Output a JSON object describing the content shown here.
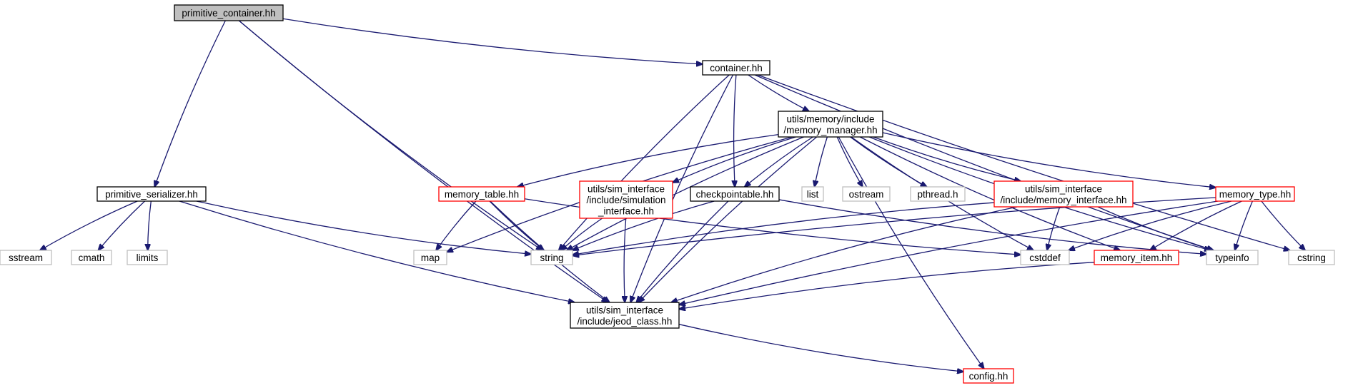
{
  "colors": {
    "edge": "#191970",
    "root_fill": "#bfbfbf",
    "black_border": "#000000",
    "red_border": "#ff0000",
    "gray_border": "#bfbfbf"
  },
  "nodes": {
    "primitive_container": {
      "lines": [
        "primitive_container.hh"
      ],
      "style": "root"
    },
    "container": {
      "lines": [
        "container.hh"
      ],
      "style": "black"
    },
    "memory_manager": {
      "lines": [
        "utils/memory/include",
        "/memory_manager.hh"
      ],
      "style": "black"
    },
    "primitive_serializer": {
      "lines": [
        "primitive_serializer.hh"
      ],
      "style": "black"
    },
    "checkpointable": {
      "lines": [
        "checkpointable.hh"
      ],
      "style": "black"
    },
    "jeod_class": {
      "lines": [
        "utils/sim_interface",
        "/include/jeod_class.hh"
      ],
      "style": "black"
    },
    "memory_table": {
      "lines": [
        "memory_table.hh"
      ],
      "style": "red"
    },
    "simulation_interface": {
      "lines": [
        "utils/sim_interface",
        "/include/simulation",
        "_interface.hh"
      ],
      "style": "red"
    },
    "memory_interface": {
      "lines": [
        "utils/sim_interface",
        "/include/memory_interface.hh"
      ],
      "style": "red"
    },
    "memory_type": {
      "lines": [
        "memory_type.hh"
      ],
      "style": "red"
    },
    "memory_item": {
      "lines": [
        "memory_item.hh"
      ],
      "style": "red"
    },
    "config": {
      "lines": [
        "config.hh"
      ],
      "style": "red"
    },
    "sstream": {
      "lines": [
        "sstream"
      ],
      "style": "gray"
    },
    "cmath": {
      "lines": [
        "cmath"
      ],
      "style": "gray"
    },
    "limits": {
      "lines": [
        "limits"
      ],
      "style": "gray"
    },
    "map": {
      "lines": [
        "map"
      ],
      "style": "gray"
    },
    "string": {
      "lines": [
        "string"
      ],
      "style": "gray"
    },
    "list": {
      "lines": [
        "list"
      ],
      "style": "gray"
    },
    "ostream": {
      "lines": [
        "ostream"
      ],
      "style": "gray"
    },
    "pthread": {
      "lines": [
        "pthread.h"
      ],
      "style": "gray"
    },
    "cstddef": {
      "lines": [
        "cstddef"
      ],
      "style": "gray"
    },
    "typeinfo": {
      "lines": [
        "typeinfo"
      ],
      "style": "gray"
    },
    "cstring": {
      "lines": [
        "cstring"
      ],
      "style": "gray"
    }
  },
  "edges": [
    [
      "primitive_container",
      "container"
    ],
    [
      "primitive_container",
      "primitive_serializer"
    ],
    [
      "primitive_container",
      "jeod_class"
    ],
    [
      "primitive_container",
      "string"
    ],
    [
      "container",
      "memory_manager"
    ],
    [
      "container",
      "checkpointable"
    ],
    [
      "container",
      "string"
    ],
    [
      "container",
      "jeod_class"
    ],
    [
      "container",
      "typeinfo"
    ],
    [
      "container",
      "cstring"
    ],
    [
      "memory_manager",
      "memory_table"
    ],
    [
      "memory_manager",
      "simulation_interface"
    ],
    [
      "memory_manager",
      "checkpointable"
    ],
    [
      "memory_manager",
      "list"
    ],
    [
      "memory_manager",
      "ostream"
    ],
    [
      "memory_manager",
      "pthread"
    ],
    [
      "memory_manager",
      "memory_interface"
    ],
    [
      "memory_manager",
      "memory_type"
    ],
    [
      "memory_manager",
      "map"
    ],
    [
      "memory_manager",
      "string"
    ],
    [
      "memory_manager",
      "jeod_class"
    ],
    [
      "memory_manager",
      "cstddef"
    ],
    [
      "memory_manager",
      "memory_item"
    ],
    [
      "memory_manager",
      "typeinfo"
    ],
    [
      "memory_manager",
      "config"
    ],
    [
      "primitive_serializer",
      "sstream"
    ],
    [
      "primitive_serializer",
      "cmath"
    ],
    [
      "primitive_serializer",
      "limits"
    ],
    [
      "primitive_serializer",
      "string"
    ],
    [
      "primitive_serializer",
      "jeod_class"
    ],
    [
      "memory_table",
      "map"
    ],
    [
      "memory_table",
      "string"
    ],
    [
      "memory_table",
      "jeod_class"
    ],
    [
      "memory_table",
      "cstddef"
    ],
    [
      "simulation_interface",
      "string"
    ],
    [
      "simulation_interface",
      "jeod_class"
    ],
    [
      "checkpointable",
      "string"
    ],
    [
      "checkpointable",
      "jeod_class"
    ],
    [
      "checkpointable",
      "typeinfo"
    ],
    [
      "memory_interface",
      "string"
    ],
    [
      "memory_interface",
      "jeod_class"
    ],
    [
      "memory_interface",
      "cstddef"
    ],
    [
      "memory_interface",
      "typeinfo"
    ],
    [
      "memory_type",
      "string"
    ],
    [
      "memory_type",
      "cstddef"
    ],
    [
      "memory_type",
      "memory_item"
    ],
    [
      "memory_type",
      "typeinfo"
    ],
    [
      "memory_type",
      "cstring"
    ],
    [
      "memory_type",
      "jeod_class"
    ],
    [
      "memory_item",
      "jeod_class"
    ],
    [
      "jeod_class",
      "config"
    ]
  ]
}
